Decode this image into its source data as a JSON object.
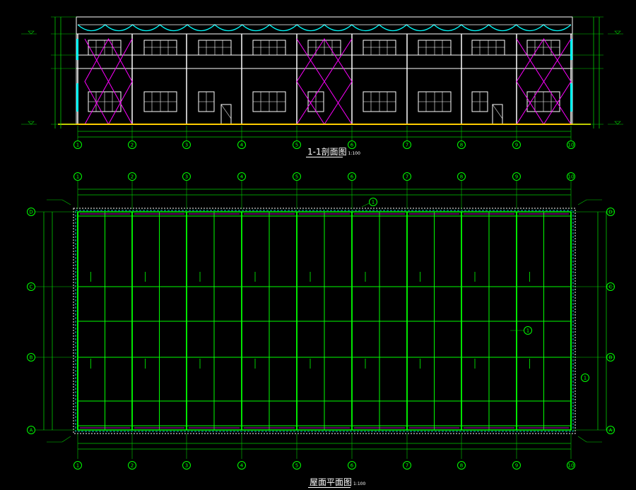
{
  "section": {
    "title": "1-1剖面图",
    "scale": "1:100",
    "axes": [
      "1",
      "2",
      "3",
      "4",
      "5",
      "6",
      "7",
      "8",
      "9",
      "10"
    ]
  },
  "plan": {
    "title": "屋面平面图",
    "scale": "1:100",
    "col_axes": [
      "1",
      "2",
      "3",
      "4",
      "5",
      "6",
      "7",
      "8",
      "9",
      "10"
    ],
    "row_axes": [
      "D",
      "C",
      "B",
      "A"
    ],
    "detail_callout": "1"
  },
  "colors": {
    "background": "#000000",
    "axis_line": "#00ff00",
    "structure": "#ffffff",
    "bracing": "#ff00ff",
    "roof_wave": "#00ffff",
    "ground": "#ffcc00",
    "dimension": "#00cc00"
  }
}
